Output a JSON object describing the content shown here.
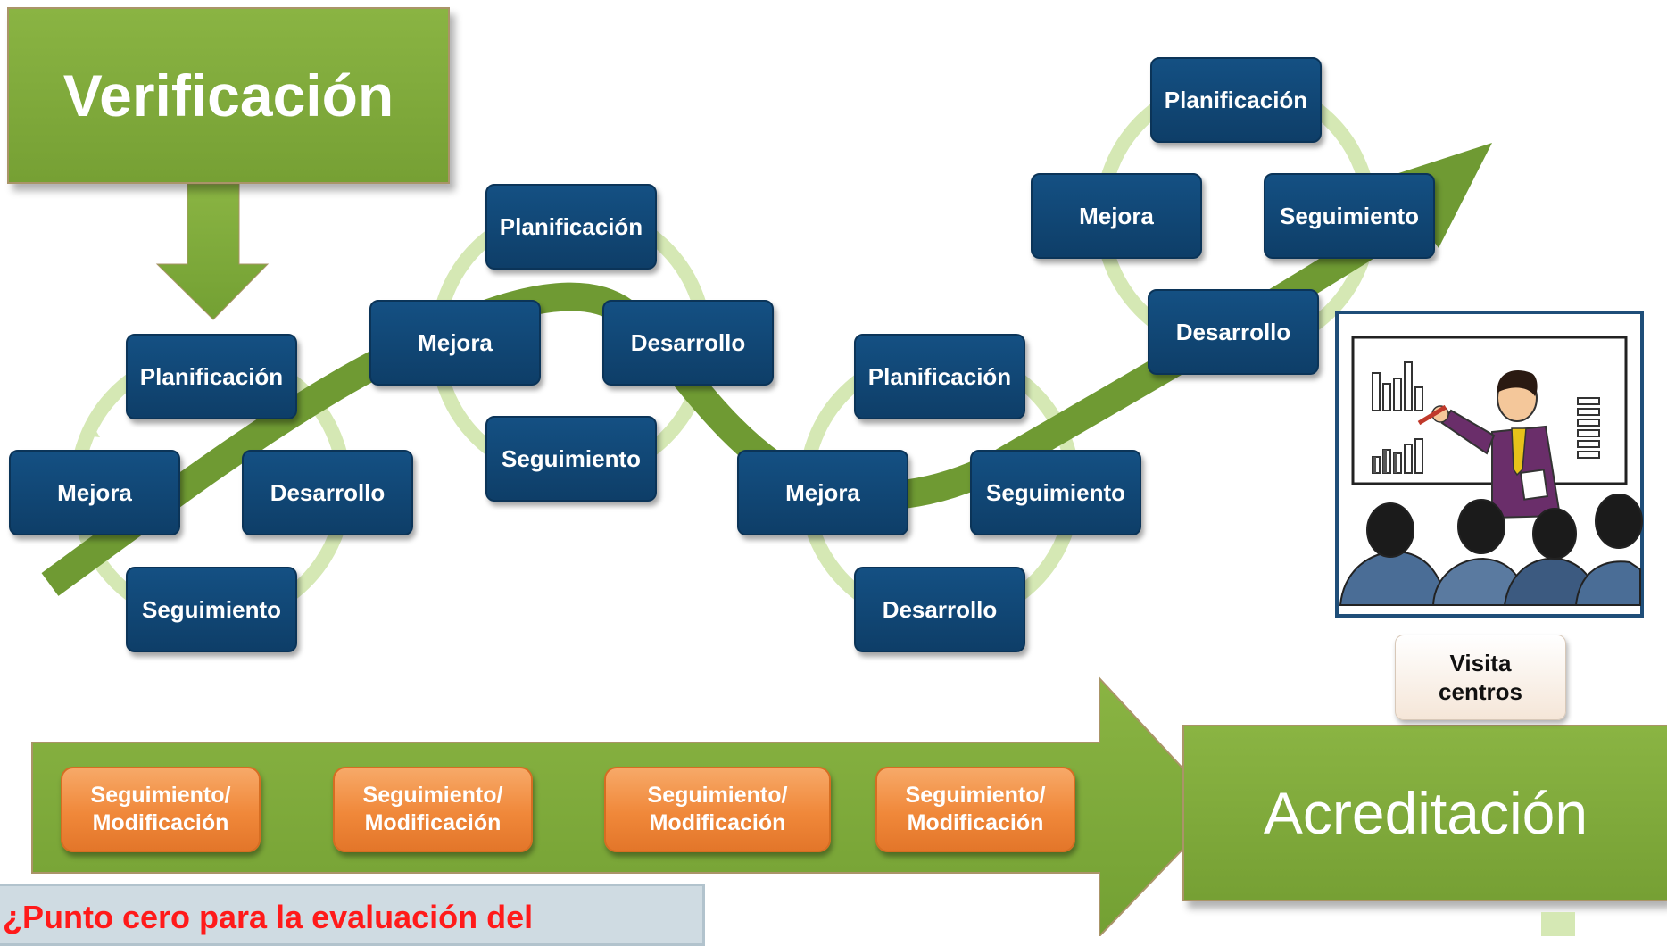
{
  "verificacion": {
    "title": "Verificación"
  },
  "cycles": [
    {
      "planificacion": "Planificación",
      "mejora": "Mejora",
      "desarrollo": "Desarrollo",
      "seguimiento": "Seguimiento"
    },
    {
      "planificacion": "Planificación",
      "mejora": "Mejora",
      "desarrollo": "Desarrollo",
      "seguimiento": "Seguimiento"
    },
    {
      "planificacion": "Planificación",
      "mejora": "Mejora",
      "desarrollo": "Desarrollo",
      "seguimiento": "Seguimiento"
    },
    {
      "planificacion": "Planificación",
      "mejora": "Mejora",
      "desarrollo": "Desarrollo",
      "seguimiento": "Seguimiento"
    }
  ],
  "process_boxes": [
    {
      "line1": "Seguimiento/",
      "line2": "Modificación"
    },
    {
      "line1": "Seguimiento/",
      "line2": "Modificación"
    },
    {
      "line1": "Seguimiento/",
      "line2": "Modificación"
    },
    {
      "line1": "Seguimiento/",
      "line2": "Modificación"
    }
  ],
  "acreditacion": {
    "title": "Acreditación"
  },
  "visita": {
    "line1": "Visita",
    "line2": "centros"
  },
  "question": {
    "text": "¿Punto cero para la evaluación del"
  },
  "colors": {
    "green": "#7aa53a",
    "navy": "#0f4370",
    "orange": "#f28c3c",
    "light_green": "#d5e8b4",
    "question_red": "#ff1a1a"
  }
}
